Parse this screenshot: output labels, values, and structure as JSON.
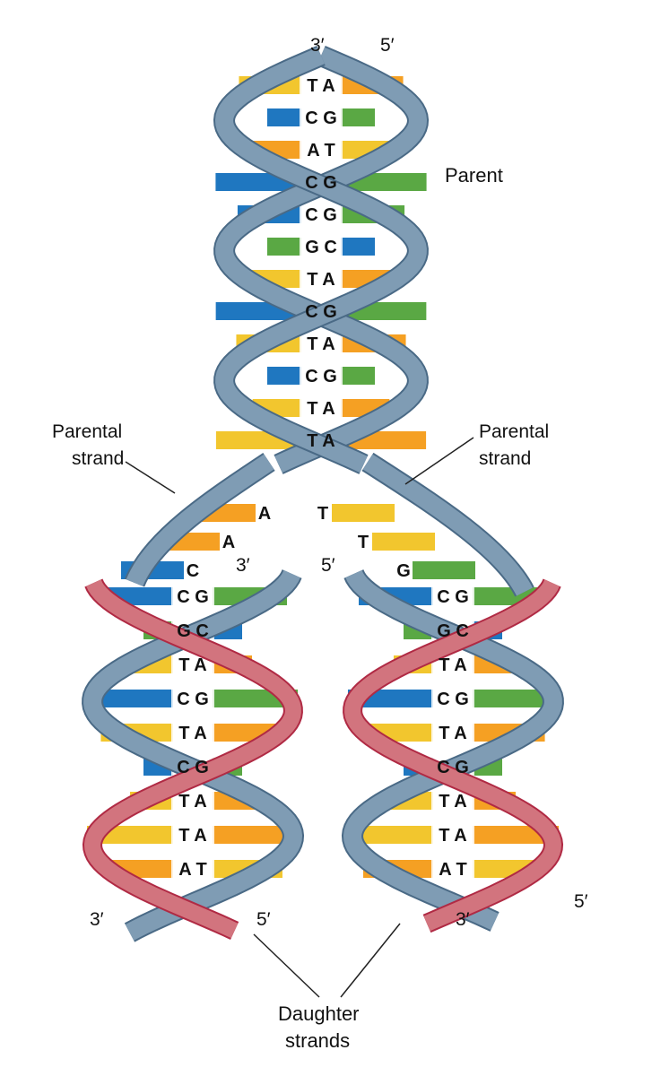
{
  "labels": {
    "top_3prime": "3′",
    "top_5prime": "5′",
    "parent": "Parent",
    "parental_strand_left_line1": "Parental",
    "parental_strand_left_line2": "strand",
    "parental_strand_right_line1": "Parental",
    "parental_strand_right_line2": "strand",
    "fork_left_3prime": "3′",
    "fork_right_5prime": "5′",
    "bottom_left_3prime": "3′",
    "bottom_left_5prime": "5′",
    "bottom_right_3prime": "3′",
    "bottom_right_5prime": "5′",
    "daughter_line1": "Daughter",
    "daughter_line2": "strands"
  },
  "parent_pairs": [
    "TA",
    "CG",
    "AT",
    "CG",
    "CG",
    "GC",
    "TA",
    "CG",
    "TA",
    "CG",
    "TA",
    "TA"
  ],
  "fork_unpaired": {
    "left": [
      "A",
      "A",
      "C"
    ],
    "right": [
      "T",
      "T",
      "G"
    ]
  },
  "left_daughter_pairs": [
    "CG",
    "GC",
    "TA",
    "CG",
    "TA",
    "CG",
    "TA",
    "TA",
    "AT"
  ],
  "right_daughter_pairs": [
    "CG",
    "GC",
    "TA",
    "CG",
    "TA",
    "CG",
    "TA",
    "TA",
    "AT"
  ],
  "colors": {
    "A": "#f5a023",
    "T": "#f2c62e",
    "C": "#1f77c0",
    "G": "#5aa844",
    "parental_strand": "#7f9cb4",
    "parental_strand_dark": "#4a6a86",
    "daughter_strand": "#d2747e",
    "daughter_strand_dark": "#b02a44"
  }
}
